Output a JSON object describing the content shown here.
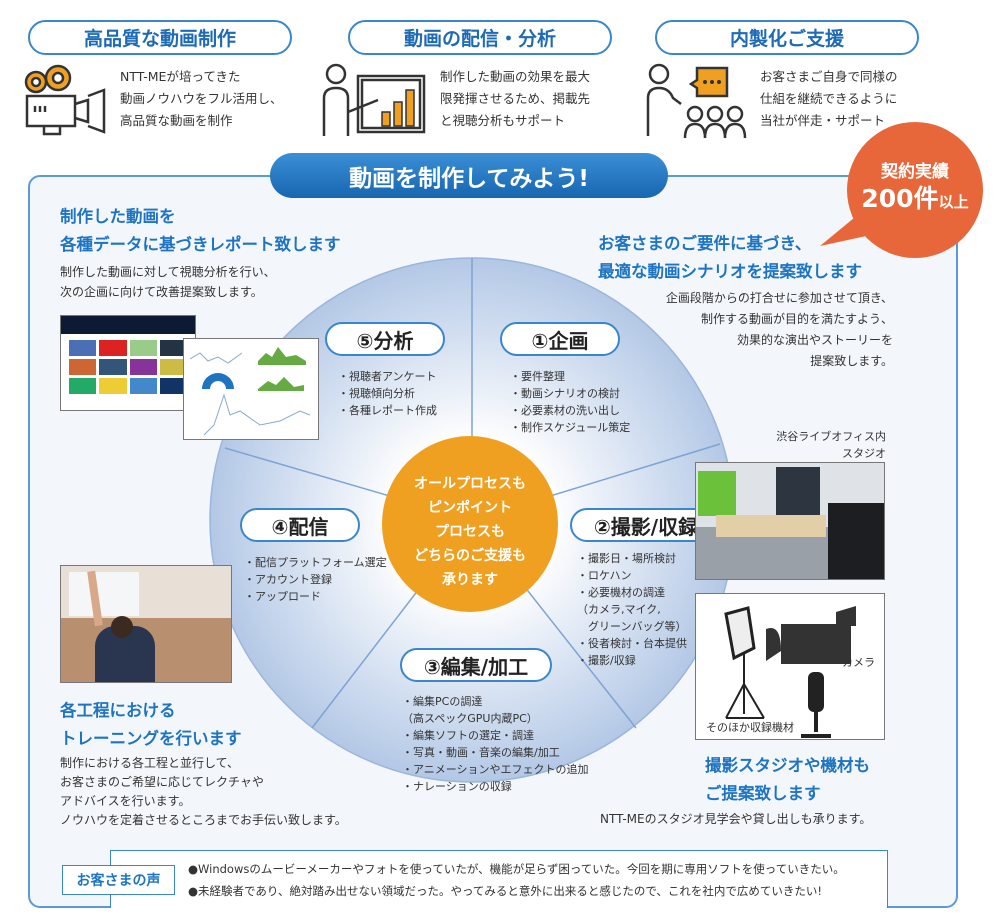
{
  "features": [
    {
      "title": "高品質な動画制作",
      "icon": "video-camera-icon",
      "text": [
        "NTT-MEが培ってきた",
        "動画ノウハウをフル活用し、",
        "高品質な動画を制作"
      ]
    },
    {
      "title": "動画の配信・分析",
      "icon": "presenter-chart-icon",
      "text": [
        "制作した動画の効果を最大",
        "限発揮させるため、掲載先",
        "と視聴分析もサポート"
      ]
    },
    {
      "title": "内製化ご支援",
      "icon": "support-group-icon",
      "text": [
        "お客さまご自身で同様の",
        "仕組を継続できるように",
        "当社が伴走・サポート"
      ]
    }
  ],
  "main_title": "動画を制作してみよう!",
  "badge": {
    "line1": "契約実績",
    "count": "200件",
    "suffix": "以上",
    "color": "#e8673a"
  },
  "report": {
    "heading": [
      "制作した動画を",
      "各種データに基づきレポート致します"
    ],
    "body": [
      "制作した動画に対して視聴分析を行い、",
      "次の企画に向けて改善提案致します。"
    ]
  },
  "scenario": {
    "heading": [
      "お客さまのご要件に基づき、",
      "最適な動画シナリオを提案致します"
    ],
    "body": [
      "企画段階からの打合せに参加させて頂き、",
      "制作する動画が目的を満たすよう、",
      "効果的な演出やストーリーを",
      "提案致します。"
    ]
  },
  "steps": {
    "analysis": {
      "label": "⑤分析",
      "items": [
        "・視聴者アンケート",
        "・視聴傾向分析",
        "・各種レポート作成"
      ]
    },
    "planning": {
      "label": "①企画",
      "items": [
        "・要件整理",
        "・動画シナリオの検討",
        "・必要素材の洗い出し",
        "・制作スケジュール策定"
      ]
    },
    "distribution": {
      "label": "④配信",
      "items": [
        "・配信プラットフォーム選定",
        "・アカウント登録",
        "・アップロード"
      ]
    },
    "shooting": {
      "label": "②撮影/収録",
      "items": [
        "・撮影日・場所検討",
        "・ロケハン",
        "・必要機材の調達",
        "（カメラ,マイク,",
        "　グリーンバッグ等）",
        "・役者検討・台本提供",
        "・撮影/収録"
      ]
    },
    "editing": {
      "label": "③編集/加工",
      "items": [
        "・編集PCの調達",
        "（高スペックGPU内蔵PC）",
        "・編集ソフトの選定・調達",
        "・写真・動画・音楽の編集/加工",
        "・アニメーションやエフェクトの追加",
        "・ナレーションの収録"
      ]
    }
  },
  "center": [
    "オールプロセスも",
    "ピンポイント",
    "プロセスも",
    "どちらのご支援も",
    "承ります"
  ],
  "studio": {
    "caption": [
      "渋谷ライブオフィス内",
      "スタジオ"
    ],
    "camera": "カメラ",
    "other": "そのほか収録機材"
  },
  "training": {
    "heading": [
      "各工程における",
      "トレーニングを行います"
    ],
    "body": [
      "制作における各工程と並行して、",
      "お客さまのご希望に応じてレクチャや",
      "アドバイスを行います。",
      "ノウハウを定着させるところまでお手伝い致します。"
    ]
  },
  "equipment": {
    "heading": [
      "撮影スタジオや機材も",
      "ご提案致します"
    ],
    "body": "NTT-MEのスタジオ見学会や貸し出しも承ります。"
  },
  "voice": {
    "label": "お客さまの声",
    "items": [
      "●Windowsのムービーメーカーやフォトを使っていたが、機能が足らず困っていた。今回を期に専用ソフトを使っていきたい。",
      "●未経験者であり、絶対踏み出せない領域だった。やってみると意外に出来ると感じたので、これを社内で広めていきたい!"
    ]
  },
  "colors": {
    "blue": "#1e74c1",
    "orange": "#f0a020",
    "badge": "#e8673a"
  }
}
